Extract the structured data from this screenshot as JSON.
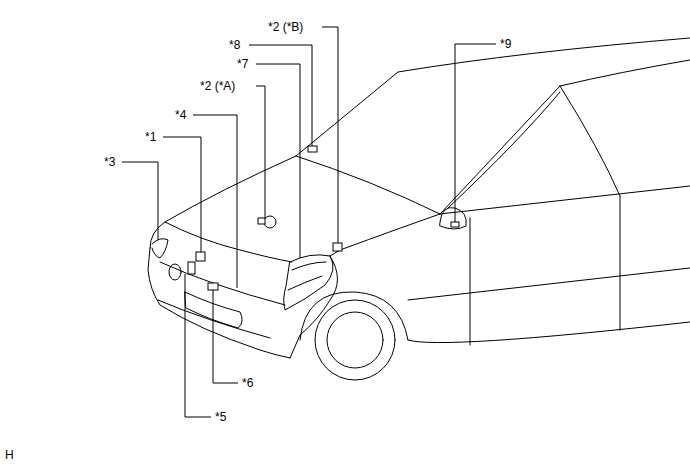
{
  "diagram": {
    "labels": [
      "*2 (*B)",
      "*8",
      "*7",
      "*2 (*A)",
      "*9",
      "*4",
      "*1",
      "*3",
      "*6",
      "*5",
      "H"
    ]
  }
}
